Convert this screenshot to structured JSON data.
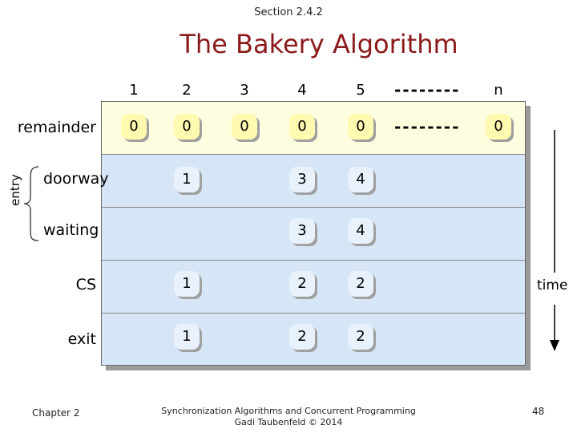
{
  "header": {
    "section": "Section 2.4.2",
    "title": "The Bakery Algorithm"
  },
  "columns": [
    "1",
    "2",
    "3",
    "4",
    "5",
    "--------",
    "n"
  ],
  "rows": {
    "remainder": "remainder",
    "doorway": "doorway",
    "waiting": "waiting",
    "cs": "CS",
    "exit": "exit"
  },
  "cells": {
    "remainder": [
      "0",
      "0",
      "0",
      "0",
      "0",
      "0"
    ],
    "remainder_dashes": "--------",
    "doorway": [
      "1",
      "3",
      "4"
    ],
    "waiting": [
      "3",
      "4"
    ],
    "cs": [
      "1",
      "2",
      "2"
    ],
    "exit": [
      "1",
      "2",
      "2"
    ]
  },
  "side": {
    "entry": "entry",
    "time": "time"
  },
  "footer": {
    "chapter": "Chapter 2",
    "course_line1": "Synchronization Algorithms and Concurrent Programming",
    "course_line2": "Gadi Taubenfeld © 2014",
    "page": "48"
  },
  "colors": {
    "title": "#8b1a1a",
    "remainder_band": "#fffde0",
    "band": "#d6e6f7"
  }
}
